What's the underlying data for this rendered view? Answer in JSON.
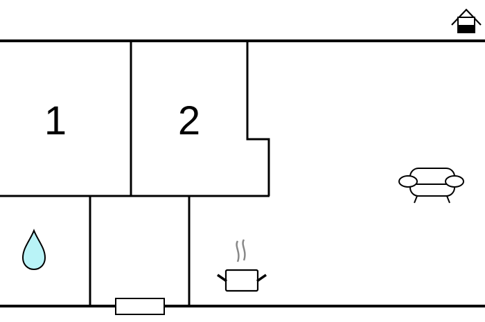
{
  "floorplan": {
    "rooms": [
      {
        "id": "bedroom-1",
        "label": "1"
      },
      {
        "id": "bedroom-2",
        "label": "2"
      },
      {
        "id": "bathroom",
        "icon": "water-drop-icon"
      },
      {
        "id": "hallway",
        "icon": "entrance-door"
      },
      {
        "id": "living-kitchen",
        "icons": [
          "sofa-icon",
          "cooking-pot-icon"
        ]
      }
    ],
    "legend_icon": "house-icon",
    "colors": {
      "wall": "#000000",
      "water": "#b9f3f7",
      "steam": "#888888",
      "background": "#ffffff"
    }
  }
}
